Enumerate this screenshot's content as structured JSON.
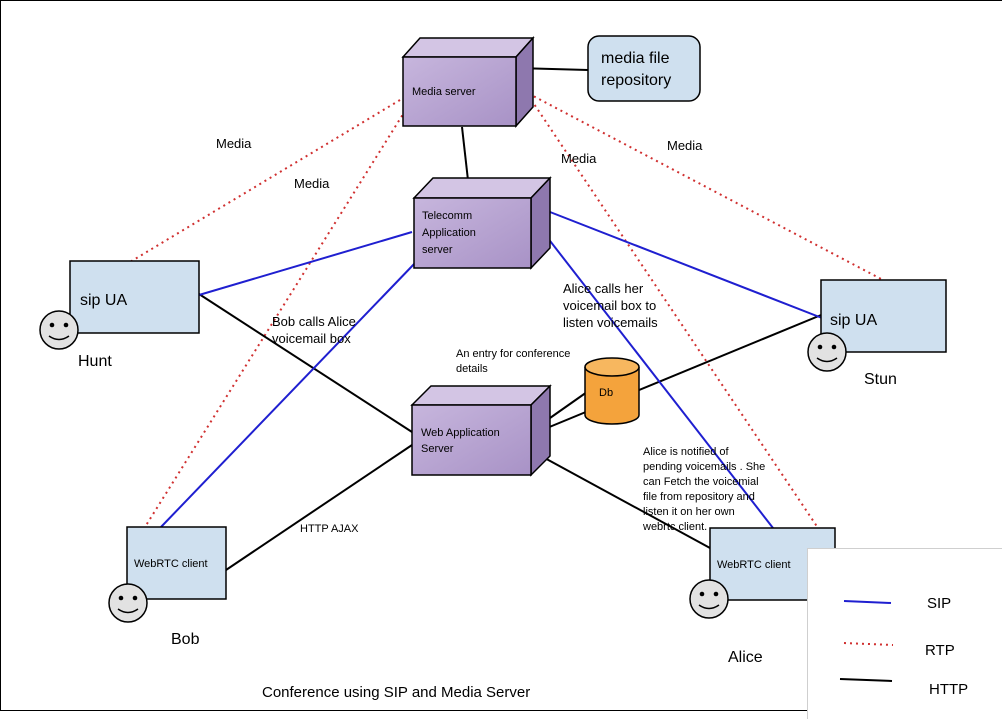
{
  "diagram": {
    "nodes": {
      "media_server": "Media server",
      "media_repo_line1": "media file",
      "media_repo_line2": "repository",
      "telecomm_line1": "Telecomm",
      "telecomm_line2": "Application",
      "telecomm_line3": "server",
      "web_app_line1": "Web Application",
      "web_app_line2": "Server",
      "db": "Db",
      "sip_ua_left": "sip UA",
      "sip_ua_right": "sip UA",
      "webrtc_left": "WebRTC client",
      "webrtc_right": "WebRTC client"
    },
    "people": {
      "hunt": "Hunt",
      "stun": "Stun",
      "bob": "Bob",
      "alice": "Alice"
    },
    "annotations": {
      "media_1": "Media",
      "media_2": "Media",
      "media_3": "Media",
      "media_4": "Media",
      "bob_calls_line1": "Bob calls Alice",
      "bob_calls_line2": "voicemail box",
      "alice_calls_line1": "Alice calls her",
      "alice_calls_line2": "voicemail box to",
      "alice_calls_line3": "listen voicemails",
      "entry_line1": "An entry for conference",
      "entry_line2": "details",
      "http_ajax": "HTTP AJAX",
      "notified_line1": "Alice is notified of",
      "notified_line2": "pending voicemails . She",
      "notified_line3": "can Fetch the voicemial",
      "notified_line4": "file from repository and",
      "notified_line5": "listen it on her own",
      "notified_line6": "webrtc client."
    },
    "caption": "Conference using SIP and Media Server",
    "legend": [
      {
        "label": "SIP",
        "color": "#1f1fd0",
        "style": "solid"
      },
      {
        "label": "RTP",
        "color": "#d03030",
        "style": "dotted"
      },
      {
        "label": "HTTP",
        "color": "#000000",
        "style": "solid"
      }
    ],
    "colors": {
      "server_box": "#b7a4cf",
      "client_box": "#cfe0ef",
      "db_cylinder": "#f4a33c",
      "sip_line": "#1f1fd0",
      "rtp_line": "#d03030",
      "http_line": "#000000"
    }
  }
}
